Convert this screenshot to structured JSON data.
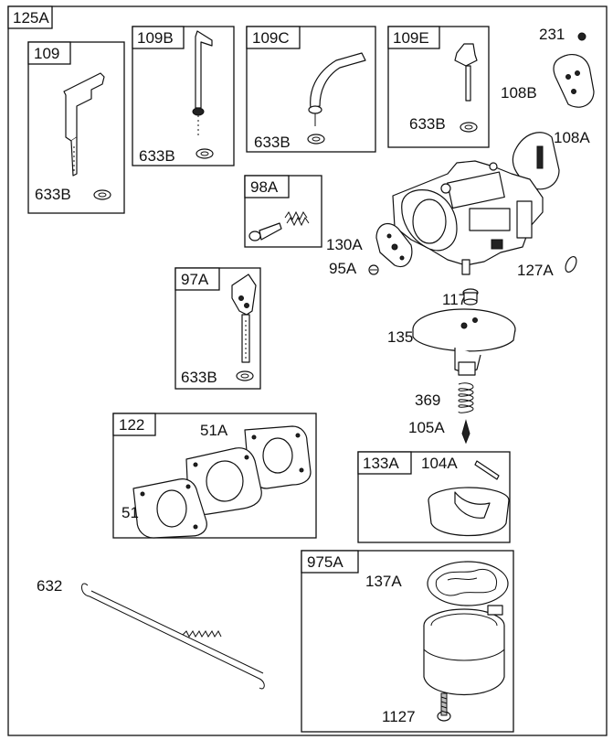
{
  "kit_labels": {
    "main": "125A",
    "k109": "109",
    "k109b": "109B",
    "k109c": "109C",
    "k109e": "109E",
    "k98a": "98A",
    "k97a": "97A",
    "k122": "122",
    "k133a": "133A",
    "k975a": "975A"
  },
  "part_labels": {
    "washer_109": "633B",
    "washer_109b": "633B",
    "washer_109c": "633B",
    "washer_109e": "633B",
    "washer_97a": "633B",
    "p231": "231",
    "p108b": "108B",
    "p108a": "108A",
    "p130a": "130A",
    "p95a": "95A",
    "p127a": "127A",
    "p117": "117",
    "p135": "135",
    "p369": "369",
    "p105a": "105A",
    "p104a": "104A",
    "p51a": "51A",
    "p51": "51",
    "p632": "632",
    "p137a": "137A",
    "p1127": "1127"
  }
}
